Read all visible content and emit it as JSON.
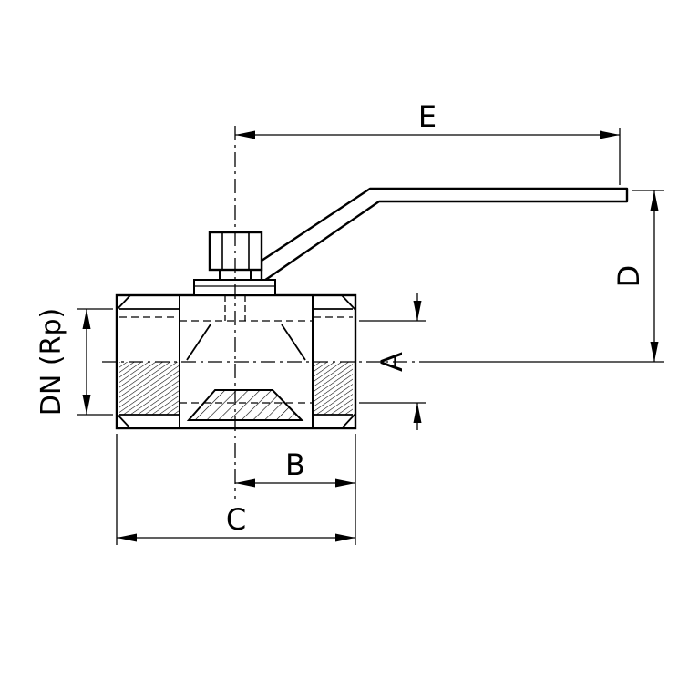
{
  "drawing": {
    "labels": {
      "e": "E",
      "d": "D",
      "a": "A",
      "b": "B",
      "c": "C",
      "dn": "DN (Rp)"
    },
    "colors": {
      "line": "#000000",
      "background": "#ffffff"
    }
  }
}
